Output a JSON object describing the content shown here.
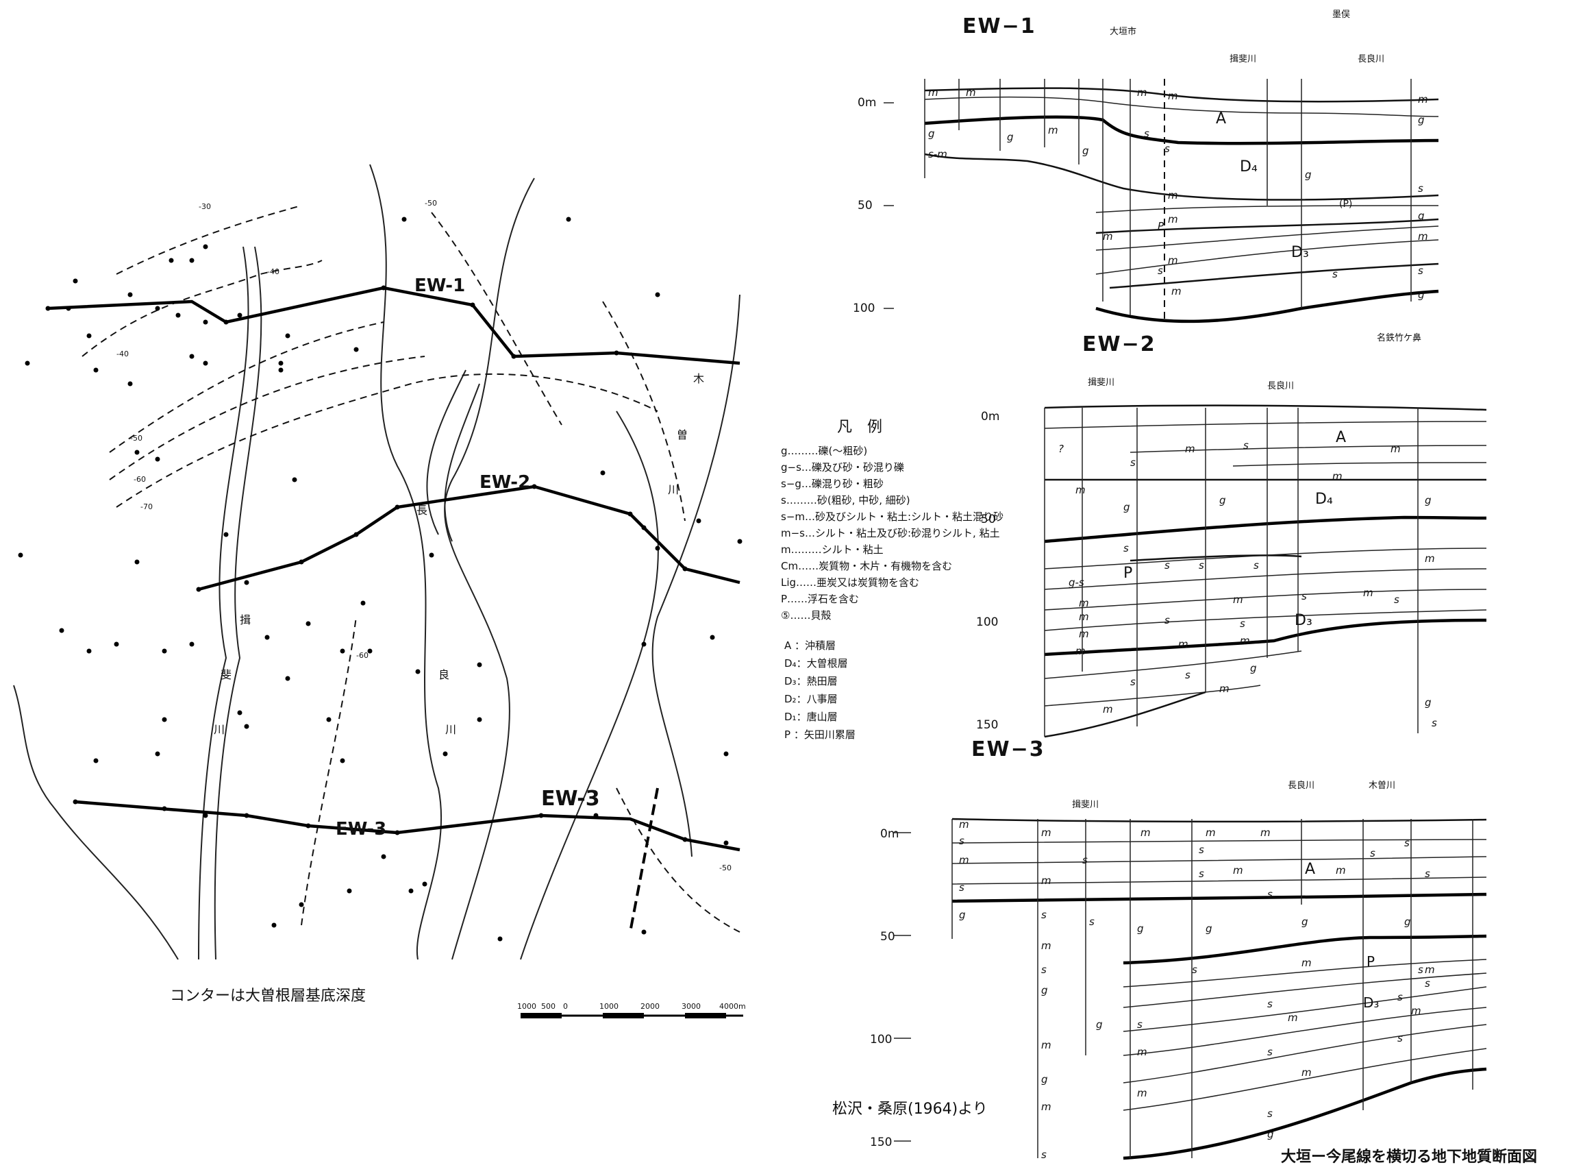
{
  "map": {
    "contour_note": "コンターは大曽根層基底深度",
    "lines": [
      {
        "name": "EW-1"
      },
      {
        "name": "EW-2"
      },
      {
        "name": "EW-3"
      }
    ],
    "contour_labels": [
      "-30",
      "-40",
      "-50",
      "-60",
      "-70",
      "-60",
      "-50",
      "-40",
      "-50"
    ],
    "river_labels": [
      "揖",
      "斐",
      "川",
      "長",
      "良",
      "川",
      "木",
      "曽",
      "川"
    ],
    "scale_ticks": [
      "1000",
      "500",
      "0",
      "1000",
      "2000",
      "3000",
      "4000m"
    ]
  },
  "legend": {
    "title": "凡　例",
    "lithology": [
      "g………礫(〜粗砂)",
      "g−s…礫及び砂・砂混り礫",
      "s−g…礫混り砂・粗砂",
      "s………砂(粗砂, 中砂, 細砂)",
      "s−m…砂及びシルト・粘土:シルト・粘土混り砂",
      "m−s…シルト・粘土及び砂:砂混りシルト, 粘土",
      "m………シルト・粘土",
      "Cm……炭質物・木片・有機物を含む",
      "Lig……亜炭又は炭質物を含む",
      "P……浮石を含む",
      "⑤……貝殻"
    ],
    "strata": [
      "A ：沖積層",
      "D₄：大曽根層",
      "D₃：熱田層",
      "D₂：八事層",
      "D₁：唐山層",
      "P ：矢田川累層"
    ]
  },
  "sections": {
    "ew1": {
      "title": "EW−1",
      "depths": [
        "0m",
        "50",
        "100"
      ],
      "labels": [
        "大垣市",
        "揖斐川",
        "長良川",
        "墨俣"
      ],
      "units": [
        "A",
        "D₄",
        "D₃",
        "(P)"
      ]
    },
    "ew2": {
      "title": "EW−2",
      "depths": [
        "0m",
        "50",
        "100",
        "150"
      ],
      "labels": [
        "揖斐川",
        "長良川",
        "名鉄竹ケ鼻"
      ],
      "units": [
        "A",
        "D₄",
        "D₃",
        "P"
      ]
    },
    "ew3": {
      "title": "EW−3",
      "depths": [
        "0m",
        "50",
        "100",
        "150"
      ],
      "labels": [
        "揖斐川",
        "長良川",
        "木曽川"
      ],
      "units": [
        "A",
        "P",
        "D₃"
      ]
    }
  },
  "source": "松沢・桑原(1964)より",
  "caption": "大垣ー今尾線を横切る地下地質断面図"
}
